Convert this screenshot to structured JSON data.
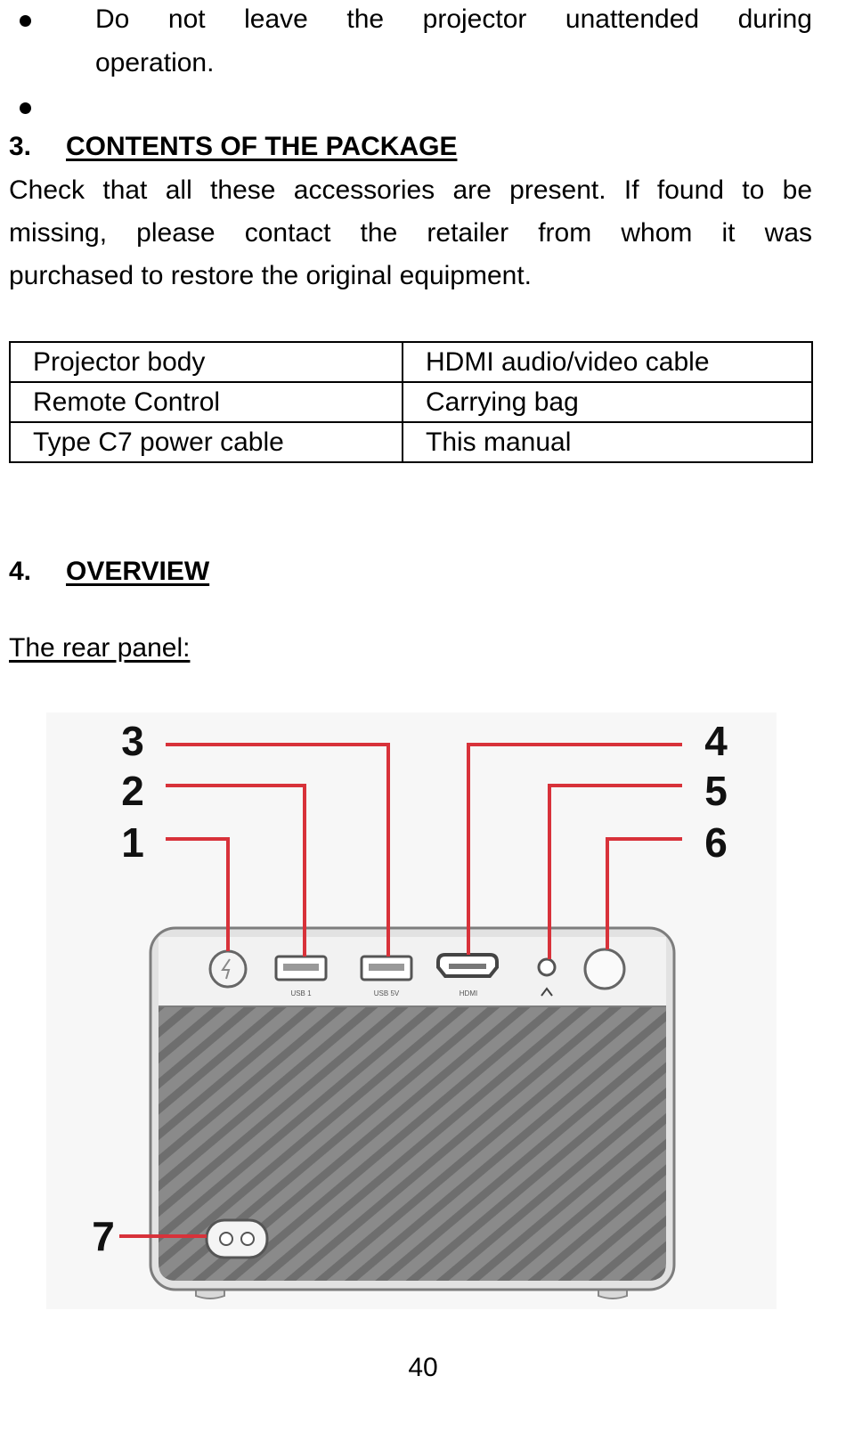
{
  "bullets": [
    {
      "lines": [
        "Do not leave the projector unattended during",
        "operation."
      ]
    },
    {
      "lines": []
    }
  ],
  "section3": {
    "number": "3.",
    "title": "CONTENTS OF THE PACKAGE",
    "paragraph_lines": [
      "Check that all these accessories are present. If found to be",
      "missing, please contact the retailer from whom it was",
      "purchased to restore the original equipment."
    ],
    "table": [
      [
        "Projector body",
        "HDMI audio/video cable"
      ],
      [
        "Remote Control",
        "Carrying bag"
      ],
      [
        "Type C7 power cable",
        "This manual"
      ]
    ]
  },
  "section4": {
    "number": "4.",
    "title": "OVERVIEW",
    "subheading": "The rear panel:"
  },
  "figure": {
    "callouts": [
      "1",
      "2",
      "3",
      "4",
      "5",
      "6",
      "7"
    ],
    "port_labels": [
      "USB 1",
      "USB 5V",
      "HDMI"
    ],
    "callout_color": "#d8323a"
  },
  "page_number": "40"
}
